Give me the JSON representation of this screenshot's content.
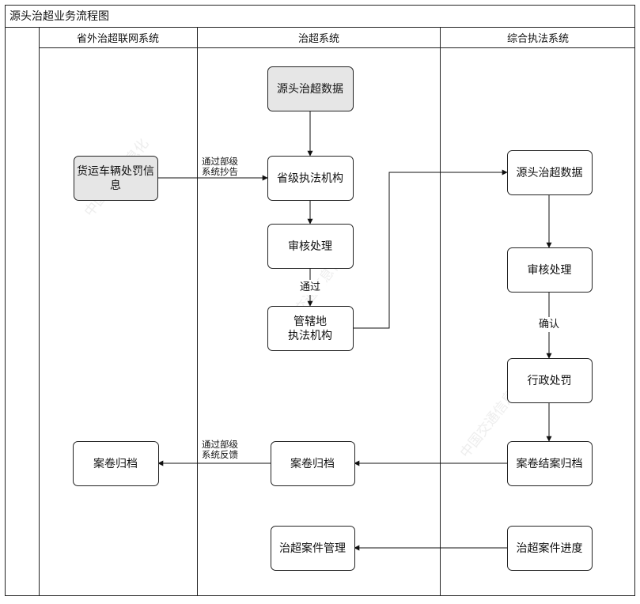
{
  "title": "源头治超业务流程图",
  "lanes": [
    {
      "id": "provincial_network",
      "label": "省外治超联网系统"
    },
    {
      "id": "overload_system",
      "label": "治超系统"
    },
    {
      "id": "enforcement_system",
      "label": "综合执法系统"
    }
  ],
  "colors": {
    "grey_box": "#e6e6e6",
    "white_box": "#ffffff",
    "stroke": "#222222",
    "arrow": "#111111"
  },
  "nodes": [
    {
      "id": "freight_penalty_info",
      "lane": "provincial_network",
      "lines": [
        "货运车辆处罚信",
        "息"
      ],
      "fill": "grey"
    },
    {
      "id": "archive_left",
      "lane": "provincial_network",
      "lines": [
        "案卷归档"
      ],
      "fill": "white"
    },
    {
      "id": "source_data_mid",
      "lane": "overload_system",
      "lines": [
        "源头治超数据"
      ],
      "fill": "grey"
    },
    {
      "id": "provincial_agency",
      "lane": "overload_system",
      "lines": [
        "省级执法机构"
      ],
      "fill": "white"
    },
    {
      "id": "review_mid",
      "lane": "overload_system",
      "lines": [
        "审核处理"
      ],
      "fill": "white"
    },
    {
      "id": "local_agency",
      "lane": "overload_system",
      "lines": [
        "管辖地",
        "执法机构"
      ],
      "fill": "white"
    },
    {
      "id": "archive_mid",
      "lane": "overload_system",
      "lines": [
        "案卷归档"
      ],
      "fill": "white"
    },
    {
      "id": "case_management",
      "lane": "overload_system",
      "lines": [
        "治超案件管理"
      ],
      "fill": "white"
    },
    {
      "id": "source_data_right",
      "lane": "enforcement_system",
      "lines": [
        "源头治超数据"
      ],
      "fill": "white"
    },
    {
      "id": "review_right",
      "lane": "enforcement_system",
      "lines": [
        "审核处理"
      ],
      "fill": "white"
    },
    {
      "id": "admin_penalty",
      "lane": "enforcement_system",
      "lines": [
        "行政处罚"
      ],
      "fill": "white"
    },
    {
      "id": "case_close_archive",
      "lane": "enforcement_system",
      "lines": [
        "案卷结案归档"
      ],
      "fill": "white"
    },
    {
      "id": "case_progress",
      "lane": "enforcement_system",
      "lines": [
        "治超案件进度"
      ],
      "fill": "white"
    }
  ],
  "edges": [
    {
      "id": "source_to_provincial",
      "from": "source_data_mid",
      "to": "provincial_agency"
    },
    {
      "id": "freight_to_provincial",
      "from": "freight_penalty_info",
      "to": "provincial_agency",
      "label_lines": [
        "通过部级",
        "系统抄告"
      ]
    },
    {
      "id": "provincial_to_review",
      "from": "provincial_agency",
      "to": "review_mid"
    },
    {
      "id": "review_to_local",
      "from": "review_mid",
      "to": "local_agency",
      "label_lines": [
        "通过"
      ]
    },
    {
      "id": "local_to_source_right",
      "from": "local_agency",
      "to": "source_data_right"
    },
    {
      "id": "source_right_to_review",
      "from": "source_data_right",
      "to": "review_right"
    },
    {
      "id": "review_to_penalty",
      "from": "review_right",
      "to": "admin_penalty",
      "label_lines": [
        "确认"
      ]
    },
    {
      "id": "penalty_to_close",
      "from": "admin_penalty",
      "to": "case_close_archive"
    },
    {
      "id": "close_to_archive_mid",
      "from": "case_close_archive",
      "to": "archive_mid"
    },
    {
      "id": "archive_mid_to_left",
      "from": "archive_mid",
      "to": "archive_left",
      "label_lines": [
        "通过部级",
        "系统反馈"
      ]
    },
    {
      "id": "progress_to_management",
      "from": "case_progress",
      "to": "case_management"
    }
  ],
  "watermark_text": "中国交通信息化"
}
